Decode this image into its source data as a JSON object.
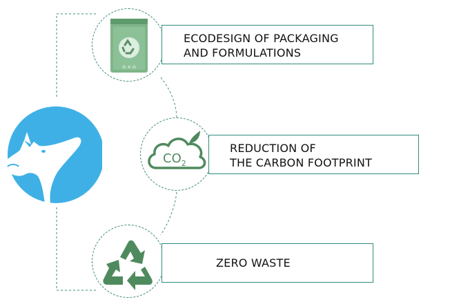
{
  "colors": {
    "brand_blue": "#3fb0e6",
    "icon_green": "#4f8a5e",
    "connector_teal": "#3e8a7a",
    "box_border": "#2f8a7a"
  },
  "items": [
    {
      "icon": "recyclable-package-icon",
      "lines": [
        "ECODESIGN OF PACKAGING",
        "AND FORMULATIONS"
      ]
    },
    {
      "icon": "co2-cloud-icon",
      "icon_text": "CO",
      "icon_subscript": "2",
      "lines": [
        "REDUCTION OF",
        "THE CARBON FOOTPRINT"
      ]
    },
    {
      "icon": "recycle-arrows-icon",
      "lines": [
        "ZERO WASTE"
      ]
    }
  ]
}
